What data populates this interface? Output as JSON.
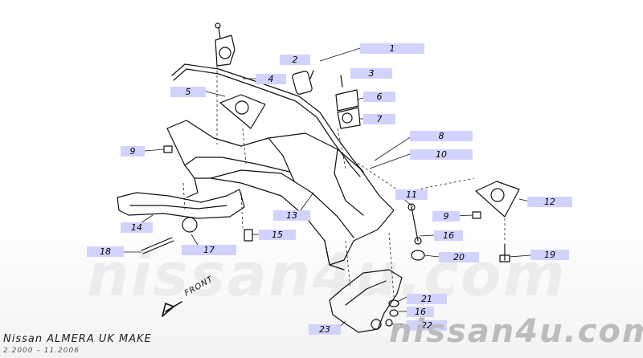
{
  "watermark": "nissan4u.com",
  "front_text": "FRONT",
  "footer": {
    "title": "Nissan ALMERA UK MAKE",
    "dates": "2.2000 – 11.2006",
    "brand": "nissan4u.com"
  },
  "callouts": [
    "1",
    "2",
    "3",
    "4",
    "5",
    "6",
    "7",
    "8",
    "9",
    "10",
    "11",
    "12",
    "13",
    "14",
    "15",
    "16",
    "17",
    "18",
    "19",
    "20",
    "21",
    "22",
    "23",
    "9",
    "16"
  ]
}
